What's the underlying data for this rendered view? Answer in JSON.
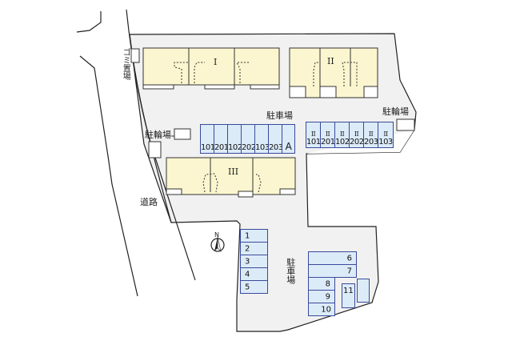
{
  "map": {
    "colors": {
      "ground": "#f1f1f1",
      "building": "#fbf6cf",
      "parking": "#dcebf8",
      "parking_border": "#3a4a9a",
      "line": "#222222"
    },
    "labels": {
      "garbage": "ゴミ置場",
      "bike_left": "駐輪場",
      "bike_right": "駐輪場",
      "parking_top": "駐車場",
      "parking_bottom": "駐車場",
      "road": "道路",
      "north": "N"
    },
    "buildings": [
      {
        "id": "I",
        "label": "I"
      },
      {
        "id": "II",
        "label": "II"
      },
      {
        "id": "III",
        "label": "III"
      }
    ],
    "parking_row_a": [
      "101",
      "201",
      "102",
      "202",
      "103",
      "203",
      "A"
    ],
    "parking_row_b": [
      {
        "prefix": "II",
        "num": "101"
      },
      {
        "prefix": "II",
        "num": "201"
      },
      {
        "prefix": "II",
        "num": "102"
      },
      {
        "prefix": "II",
        "num": "202"
      },
      {
        "prefix": "II",
        "num": "203"
      },
      {
        "prefix": "II",
        "num": "103"
      }
    ],
    "parking_col_left": [
      "1",
      "2",
      "3",
      "4",
      "5"
    ],
    "parking_right": [
      "6",
      "7",
      "8",
      "9",
      "10",
      "11",
      ""
    ]
  }
}
